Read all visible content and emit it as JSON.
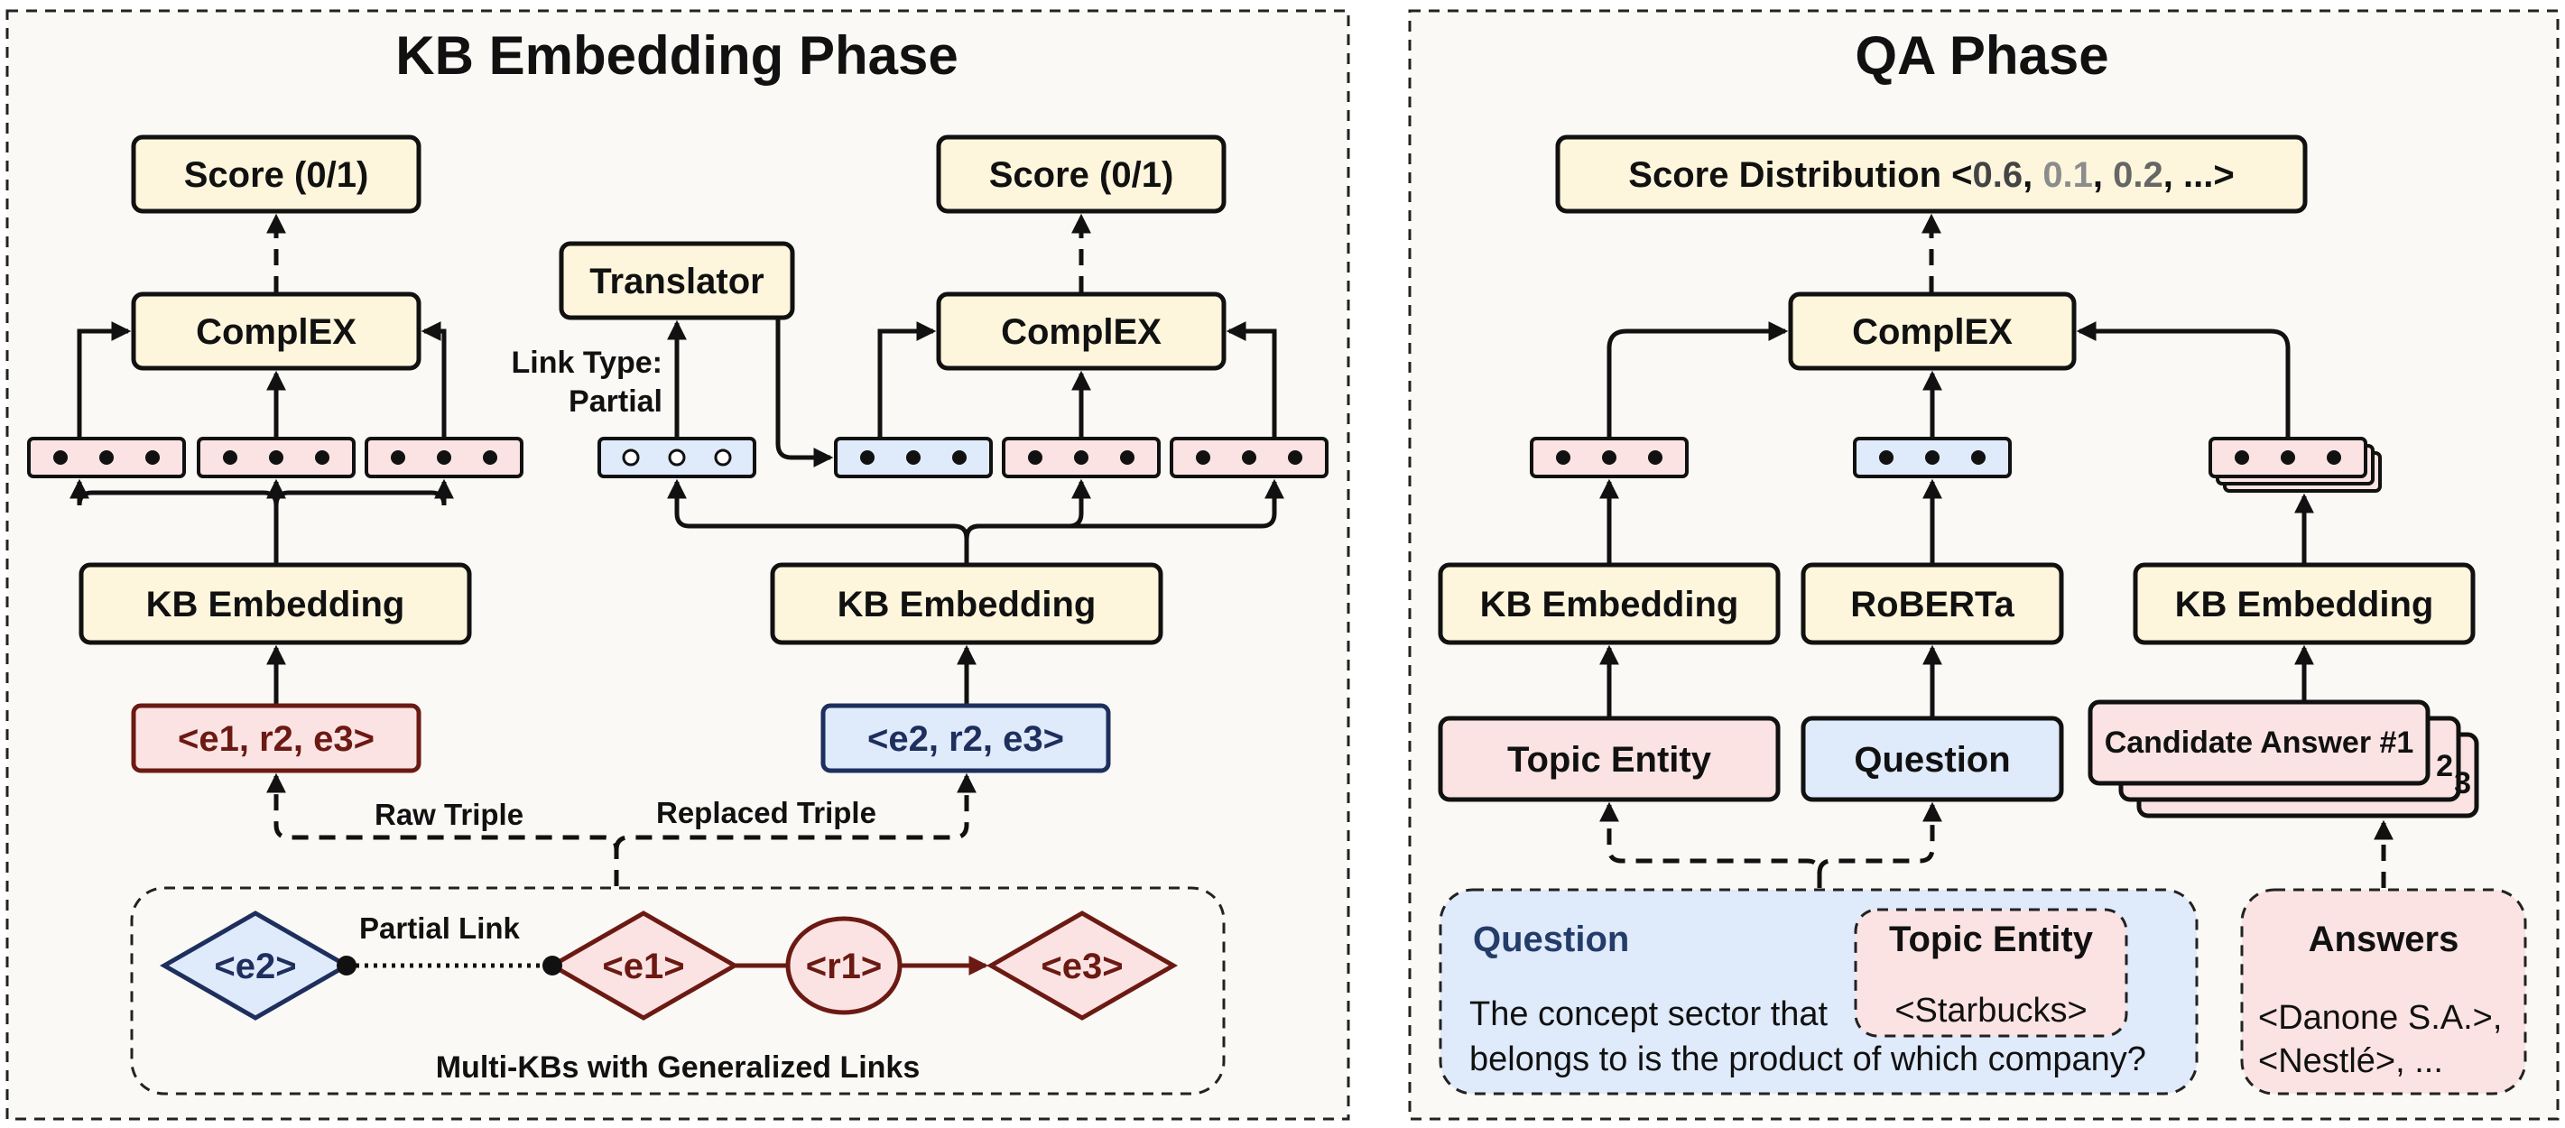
{
  "left_panel": {
    "title": "KB Embedding Phase",
    "score_left": "Score (0/1)",
    "score_right": "Score (0/1)",
    "complex_left": "ComplEX",
    "complex_right": "ComplEX",
    "translator": "Translator",
    "link_type_line1": "Link Type:",
    "link_type_line2": "Partial",
    "kb_embedding_left": "KB Embedding",
    "kb_embedding_right": "KB Embedding",
    "raw_triple_value": "<e1, r2, e3>",
    "replaced_triple_value": "<e2, r2, e3>",
    "raw_triple_label": "Raw Triple",
    "replaced_triple_label": "Replaced Triple",
    "graph": {
      "node_e2": "<e2>",
      "node_e1": "<e1>",
      "node_r1": "<r1>",
      "node_e3": "<e3>",
      "partial_link": "Partial Link",
      "caption": "Multi-KBs with Generalized Links"
    }
  },
  "right_panel": {
    "title": "QA Phase",
    "score_distribution": {
      "prefix": "Score Distribution <",
      "v1": "0.6",
      "sep1": ", ",
      "v2": "0.1",
      "sep2": ", ",
      "v3": "0.2",
      "suffix": ", ...>"
    },
    "complex": "ComplEX",
    "kb_embedding_left": "KB Embedding",
    "roberta": "RoBERTa",
    "kb_embedding_right": "KB Embedding",
    "topic_entity": "Topic Entity",
    "question": "Question",
    "candidate_answer": "Candidate Answer #1",
    "candidate_num_2": "2",
    "candidate_num_3": "3",
    "question_box": {
      "heading": "Question",
      "topic_heading": "Topic Entity",
      "topic_value": "<Starbucks>",
      "line1": "The concept sector that",
      "line2": "belongs to is the product of which company?"
    },
    "answers_box": {
      "heading": "Answers",
      "line1": "<Danone S.A.>,",
      "line2": "<Nestlé>, ..."
    }
  },
  "colors": {
    "yellow_fill": "#fdf6dc",
    "pink_fill": "#fbe3e3",
    "blue_fill": "#dfeafb",
    "panel_fill": "#faf9f5",
    "dark_red": "#6b1a13",
    "dark_blue": "#1e2f5e",
    "gray_value": "#8c8c8c"
  }
}
